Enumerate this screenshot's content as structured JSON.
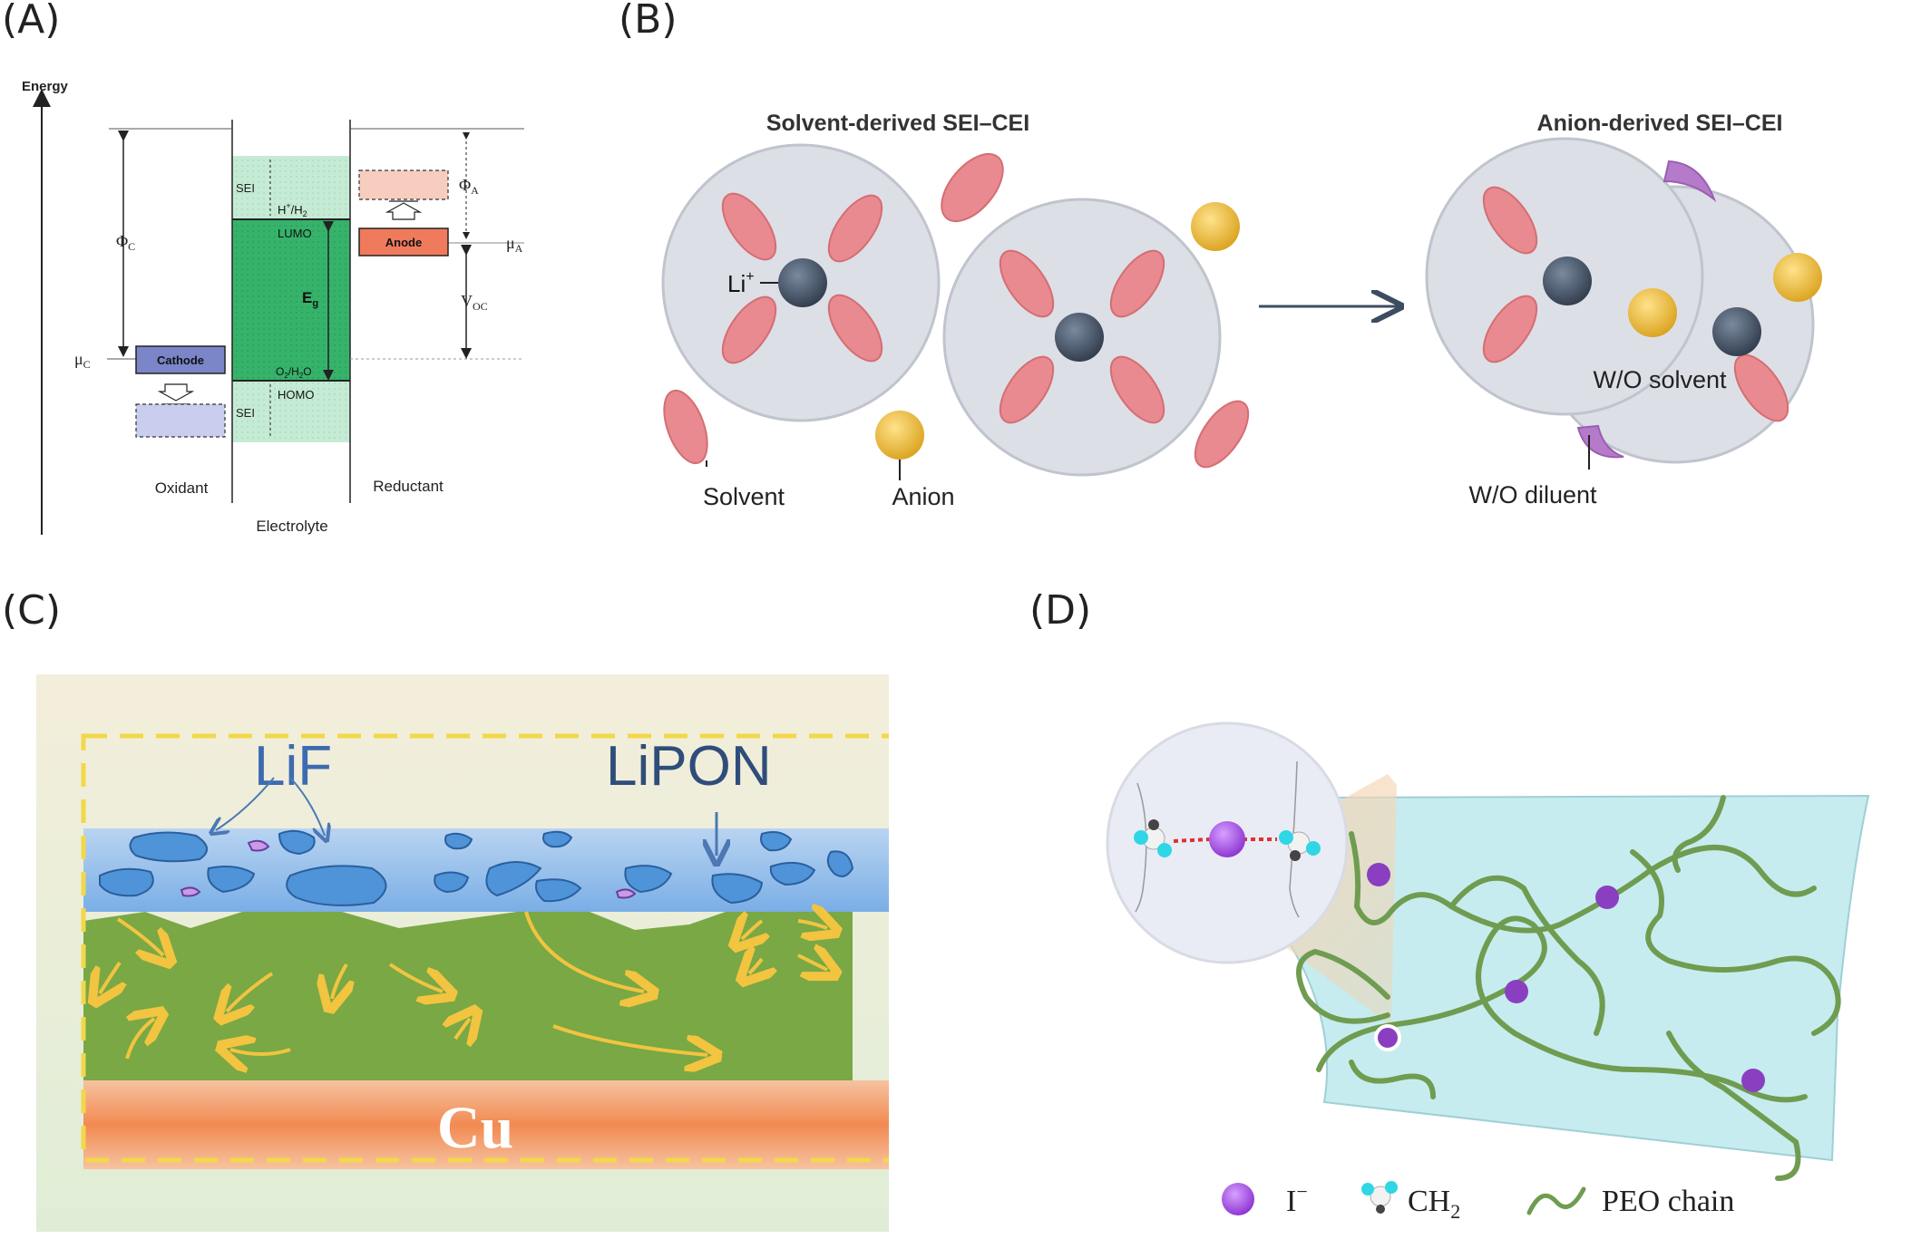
{
  "panels": {
    "a": {
      "label": "(A)",
      "energy": "Energy",
      "phi_c": "Φ",
      "phi_c_sub": "C",
      "mu_c": "μ",
      "mu_c_sub": "C",
      "phi_a": "Φ",
      "phi_a_sub": "A",
      "mu_a": "μ",
      "mu_a_sub": "A",
      "voc": "V",
      "voc_sub": "OC",
      "sei_top": "SEI",
      "sei_bottom": "SEI",
      "h_h2_pre": "H",
      "h_h2_sup": "+",
      "h_h2_post": "/H",
      "h_h2_sub": "2",
      "lumo": "LUMO",
      "eg": "E",
      "eg_sub": "g",
      "o2_pre": "O",
      "o2_sub1": "2",
      "o2_mid": "/H",
      "o2_sub2": "2",
      "o2_post": "O",
      "homo": "HOMO",
      "cathode": "Cathode",
      "anode": "Anode",
      "oxidant": "Oxidant",
      "electrolyte": "Electrolyte",
      "reductant": "Reductant"
    },
    "b": {
      "label": "(B)",
      "solvent_title": "Solvent-derived SEI–CEI",
      "anion_title": "Anion-derived SEI–CEI",
      "li_pre": "Li",
      "li_sup": "+",
      "solvent": "Solvent",
      "anion": "Anion",
      "wo_solvent": "W/O solvent",
      "wo_diluent": "W/O diluent"
    },
    "c": {
      "label": "(C)",
      "lif": "LiF",
      "lipon": "LiPON",
      "cu": "Cu"
    },
    "d": {
      "label": "(D)",
      "iodide_pre": "I",
      "iodide_sup": "−",
      "ch2_pre": "CH",
      "ch2_sub": "2",
      "peo": "PEO chain"
    }
  },
  "colors": {
    "cathode": "#7b86c9",
    "anode": "#f07a5c",
    "electrolyte_band": "#36b36a",
    "sei_band": "#c6ebd4",
    "solvent": "#e88a8f",
    "anion": "#f0c23c",
    "li_ion": "#475466",
    "diluent": "#b57ac9",
    "lif_layer": "#8ab7e8",
    "green_layer": "#79a845",
    "cu_layer": "#f28a52",
    "peo_chain": "#6f9c50",
    "iodide": "#9b3fd8",
    "sheet": "#bfe6ea"
  }
}
